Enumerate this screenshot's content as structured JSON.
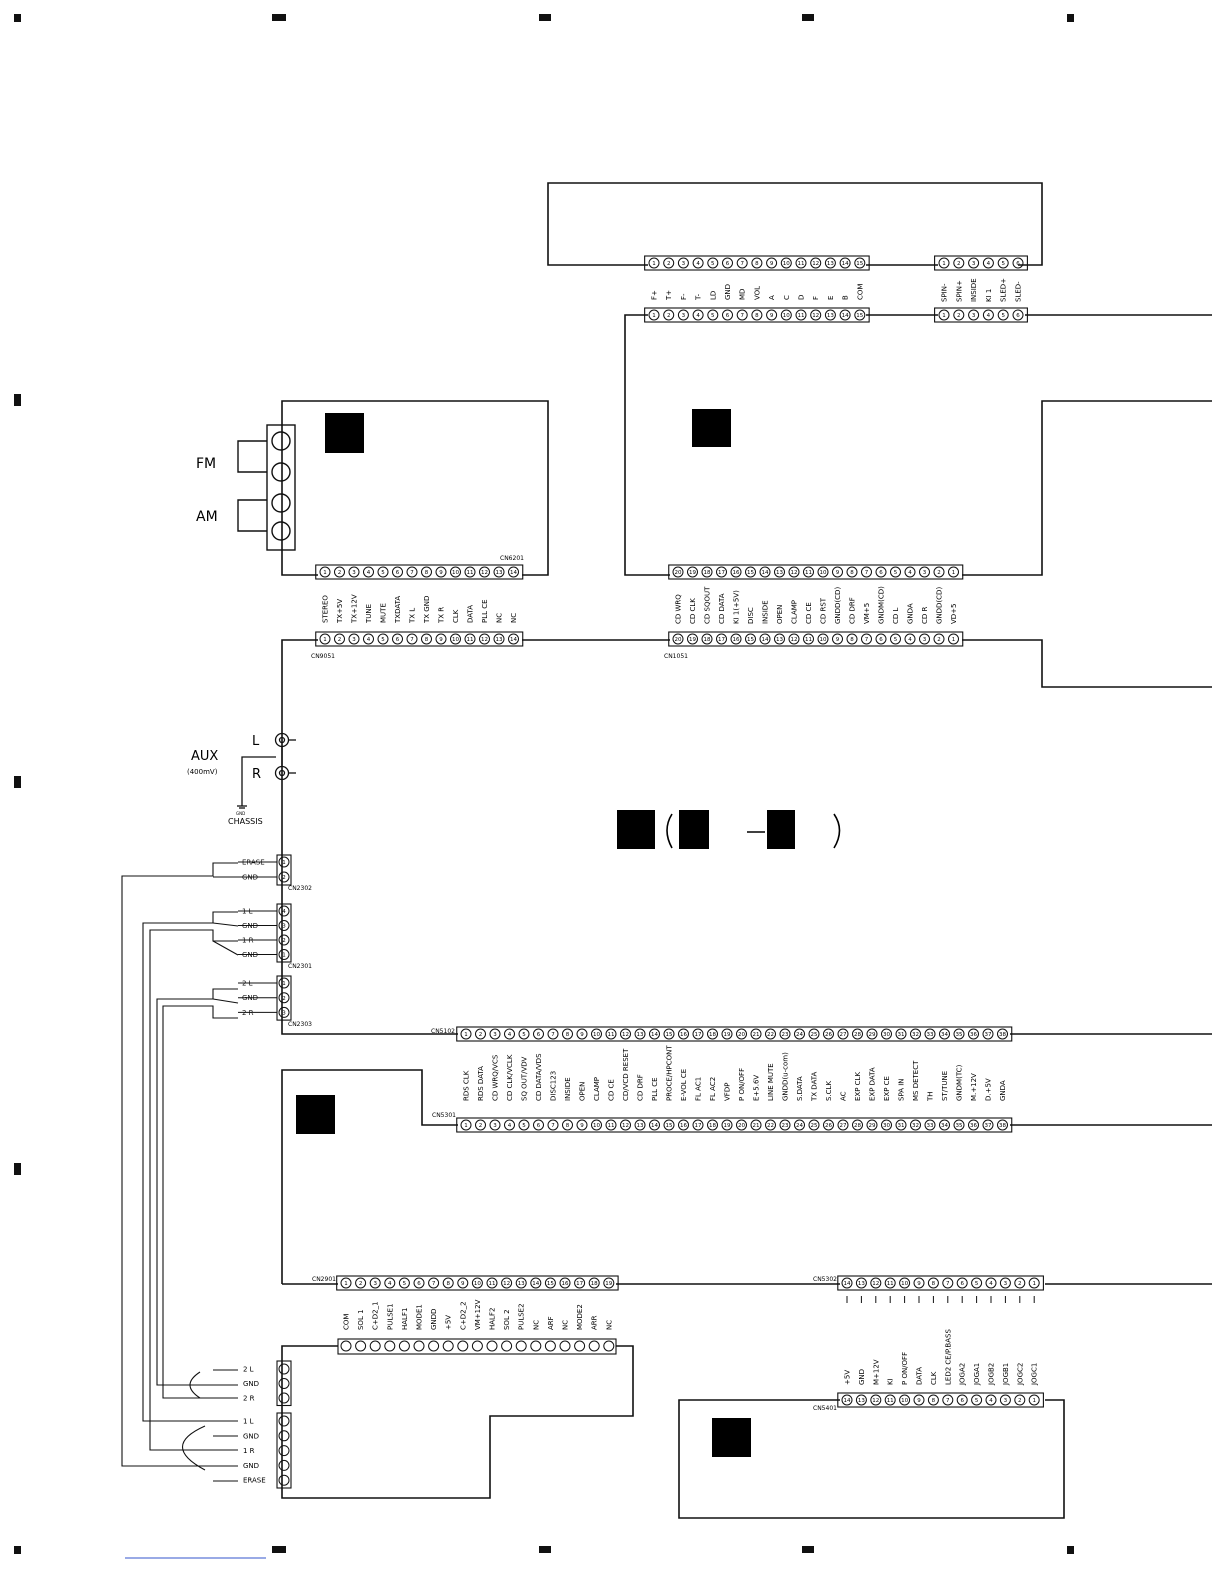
{
  "antenna": {
    "fm_label": "FM",
    "am_label": "AM"
  },
  "aux": {
    "label": "AUX",
    "level": "(400mV)",
    "left_label": "L",
    "right_label": "R",
    "gnd_label": "GND",
    "chassis_label": "CHASSIS"
  },
  "cd_pickup_conn": {
    "labels": [
      "F+",
      "T+",
      "F-",
      "T-",
      "LD",
      "GND",
      "MD",
      "VOL",
      "A",
      "C",
      "D",
      "F",
      "E",
      "B",
      "COM"
    ],
    "numbers": [
      "1",
      "2",
      "3",
      "4",
      "5",
      "6",
      "7",
      "8",
      "9",
      "10",
      "11",
      "12",
      "13",
      "14",
      "15"
    ]
  },
  "spindle_conn": {
    "labels": [
      "SPIN-",
      "SPIN+",
      "INSIDE",
      "KI 1",
      "SLED+",
      "SLED-"
    ],
    "numbers": [
      "1",
      "2",
      "3",
      "4",
      "5",
      "6"
    ]
  },
  "tuner_conn": {
    "top_name": "CN6201",
    "bottom_name": "CN9051",
    "labels": [
      "STEREO",
      "TX+5V",
      "TX+12V",
      "TUNE",
      "MUTE",
      "TXDATA",
      "TX L",
      "TX GND",
      "TX R",
      "CLK",
      "DATA",
      "PLL CE",
      "NC",
      "NC"
    ],
    "numbers": [
      "1",
      "2",
      "3",
      "4",
      "5",
      "6",
      "7",
      "8",
      "9",
      "10",
      "11",
      "12",
      "13",
      "14"
    ]
  },
  "cd_main_conn": {
    "bottom_name": "CN1051",
    "labels": [
      "CD WRQ",
      "CD CLK",
      "CD SQOUT",
      "CD DATA",
      "KI 1(+5V)",
      "DISC",
      "INSIDE",
      "OPEN",
      "CLAMP",
      "CD CE",
      "CD RST",
      "GNDD(CD)",
      "CD DRF",
      "VM+5",
      "GNDM(CD)",
      "CD L",
      "GNDA",
      "CD R",
      "GNDD(CD)",
      "VD+5"
    ],
    "numbers": [
      "20",
      "19",
      "18",
      "17",
      "16",
      "15",
      "14",
      "13",
      "12",
      "11",
      "10",
      "9",
      "8",
      "7",
      "6",
      "5",
      "4",
      "3",
      "2",
      "1"
    ]
  },
  "deck_conns": {
    "cn2302": {
      "name": "CN2302",
      "labels": [
        "ERASE",
        "GND"
      ],
      "numbers": [
        "1",
        "2"
      ]
    },
    "cn2301": {
      "name": "CN2301",
      "labels": [
        "1 L",
        "GND",
        "1 R",
        "GND"
      ],
      "numbers": [
        "4",
        "3",
        "2",
        "1"
      ]
    },
    "cn2303": {
      "name": "CN2303",
      "labels": [
        "2 L",
        "GND",
        "2 R"
      ],
      "numbers": [
        "1",
        "2",
        "3"
      ]
    }
  },
  "main_conn": {
    "top_name": "CN5102",
    "bottom_name": "CN5301",
    "labels": [
      "RDS CLK",
      "RDS DATA",
      "CD WRQ/VCS",
      "CD CLK/VCLK",
      "SQ OUT/VDV",
      "CD DATA/VDS",
      "DISC123",
      "INSIDE",
      "OPEN",
      "CLAMP",
      "CD CE",
      "CD/VCD RESET",
      "CD DRF",
      "PLL CE",
      "PROCE/HPCONT",
      "E-VOL CE",
      "FL AC1",
      "FL AC2",
      "VFDP",
      "P ON/OFF",
      "E+5.6V",
      "LINE MUTE",
      "GNDD(u-com)",
      "S.DATA",
      "TX DATA",
      "S.CLK",
      "AC",
      "EXP CLK",
      "EXP DATA",
      "EXP CE",
      "SPA IN",
      "MS DETECT",
      "TH",
      "ST/TUNE",
      "GNDM(TC)",
      "M.+12V",
      "D.+5V",
      "GNDA"
    ],
    "numbers": [
      "1",
      "2",
      "3",
      "4",
      "5",
      "6",
      "7",
      "8",
      "9",
      "10",
      "11",
      "12",
      "13",
      "14",
      "15",
      "16",
      "17",
      "18",
      "19",
      "20",
      "21",
      "22",
      "23",
      "24",
      "25",
      "26",
      "27",
      "28",
      "29",
      "30",
      "31",
      "32",
      "33",
      "34",
      "35",
      "36",
      "37",
      "38"
    ]
  },
  "deck_mech_conn": {
    "name": "CN2901",
    "labels": [
      "COM",
      "SOL 1",
      "C+D2_1",
      "PULSE1",
      "HALF1",
      "MODE1",
      "GNDD",
      "+5V",
      "C+D2_2",
      "VM+12V",
      "HALF2",
      "SOL 2",
      "PULSE2",
      "NC",
      "ARF",
      "NC",
      "MODE2",
      "ARR",
      "NC"
    ],
    "numbers": [
      "1",
      "2",
      "3",
      "4",
      "5",
      "6",
      "7",
      "8",
      "9",
      "10",
      "11",
      "12",
      "13",
      "14",
      "15",
      "16",
      "17",
      "18",
      "19"
    ]
  },
  "panel_conn": {
    "top_name": "CN5302",
    "bottom_name": "CN5401",
    "labels": [
      "+5V",
      "GND",
      "M+12V",
      "KI",
      "P ON/OFF",
      "DATA",
      "CLK",
      "LED2 CE/P.BASS",
      "JOGA2",
      "JOGA1",
      "JOGB2",
      "JOGB1",
      "JOGC2",
      "JOGC1"
    ],
    "numbers": [
      "14",
      "13",
      "12",
      "11",
      "10",
      "9",
      "8",
      "7",
      "6",
      "5",
      "4",
      "3",
      "2",
      "1"
    ]
  },
  "deck_head_conns": {
    "upper": {
      "labels": [
        "2 L",
        "GND",
        "2 R"
      ]
    },
    "lower": {
      "labels": [
        "1 L",
        "GND",
        "1 R",
        "GND",
        "ERASE"
      ]
    }
  }
}
